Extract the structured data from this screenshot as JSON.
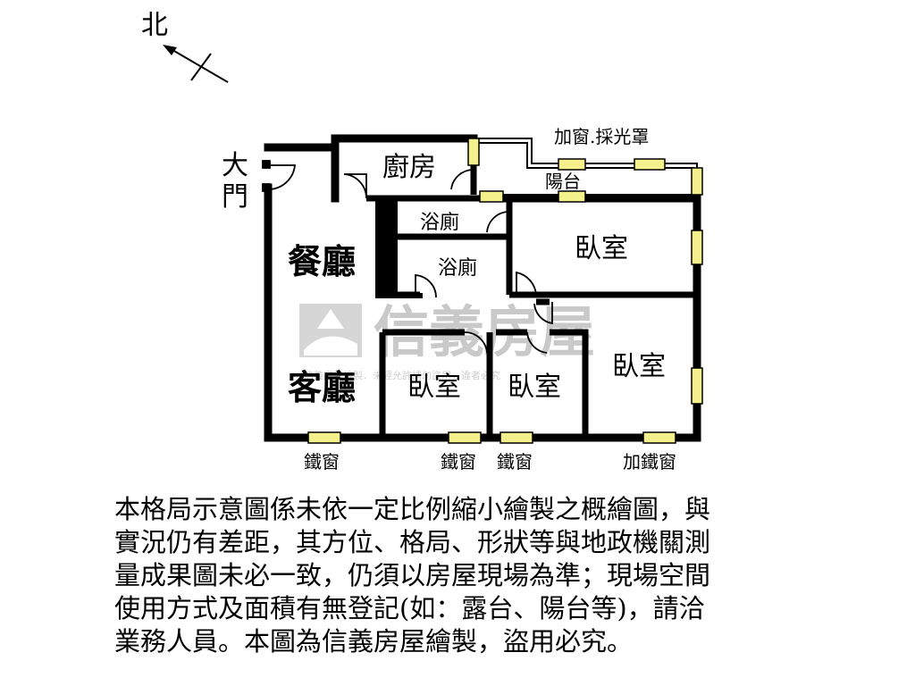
{
  "compass": {
    "label": "北"
  },
  "watermark": {
    "brand": "信義房屋",
    "sub": "信義房屋繪製．未經允許請勿盜用，違者必究"
  },
  "labels": {
    "main_door": "大門",
    "dining": "餐廳",
    "living": "客廳",
    "kitchen": "廚房",
    "bath1": "浴廁",
    "bath2": "浴廁",
    "bedroom_ne": "臥室",
    "bedroom_e": "臥室",
    "bedroom_s1": "臥室",
    "bedroom_s2": "臥室",
    "balcony": "陽台",
    "balcony_cover": "加窗.採光罩",
    "iron_window_1": "鐵窗",
    "iron_window_2": "鐵窗",
    "iron_window_3": "鐵窗",
    "iron_window_4": "加鐵窗"
  },
  "disclaimer": [
    "本格局示意圖係未依一定比例縮小繪製之概繪圖，與",
    "實況仍有差距，其方位、格局、形狀等與地政機關測",
    "量成果圖未必一致，仍須以房屋現場為準；現場空間",
    "使用方式及面積有無登記(如：露台、陽台等)，請洽",
    "業務人員。本圖為信義房屋繪製，盜用必究。"
  ],
  "colors": {
    "wall": "#000000",
    "window": "#f4f08c",
    "watermark": "#c9c9c9"
  }
}
